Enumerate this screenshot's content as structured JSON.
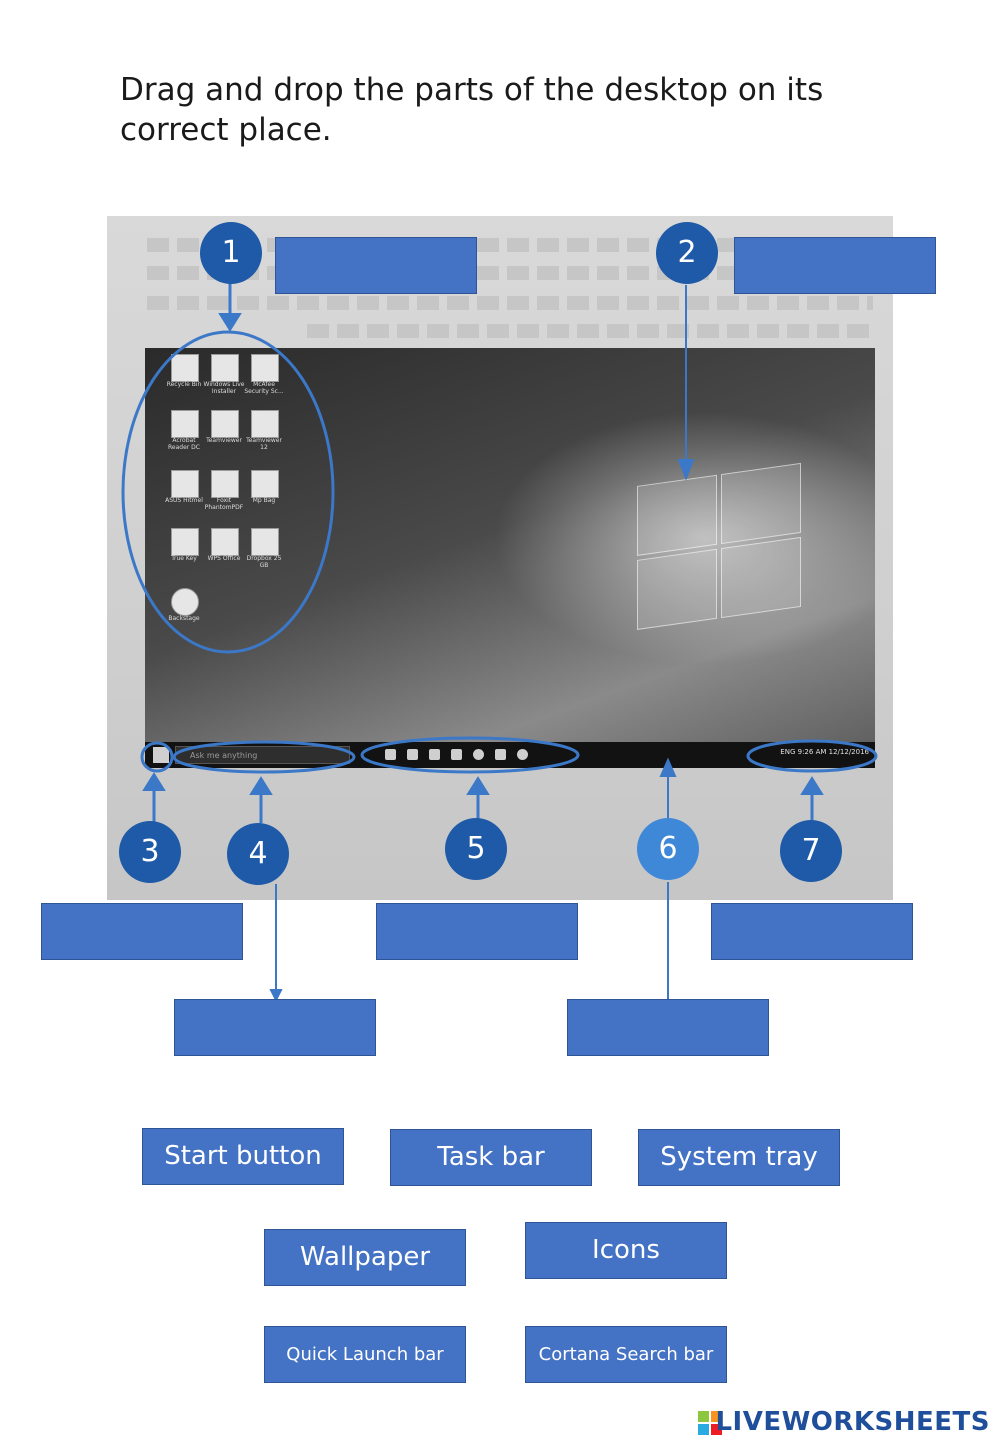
{
  "instruction": "Drag and drop the parts of the desktop on its correct place.",
  "markers": [
    "1",
    "2",
    "3",
    "4",
    "5",
    "6",
    "7"
  ],
  "desktop": {
    "icon_labels": [
      "Recycle Bin",
      "Windows Live Installer",
      "McAfee Security Sc...",
      "Acrobat Reader DC",
      "Teamviewer",
      "Teamviewer 12",
      "ASUS Hitmel",
      "Foxit PhantomPDF",
      "Mp Bag",
      "True Key",
      "WPS Office",
      "Dropbox 25 GB",
      "Backstage"
    ],
    "search_placeholder": "Ask me anything",
    "tray_time": "9:26 AM",
    "tray_date": "12/12/2016",
    "tray_lang": "ENG"
  },
  "tiles": {
    "start_button": "Start button",
    "task_bar": "Task bar",
    "system_tray": "System tray",
    "wallpaper": "Wallpaper",
    "icons": "Icons",
    "quick_launch_bar": "Quick Launch bar",
    "cortana_search_bar": "Cortana Search bar"
  },
  "brand": "LIVEWORKSHEETS",
  "colors": {
    "drop_box": "#4472c4",
    "marker": "#1e5aa8",
    "brand": "#1f4e9b"
  }
}
